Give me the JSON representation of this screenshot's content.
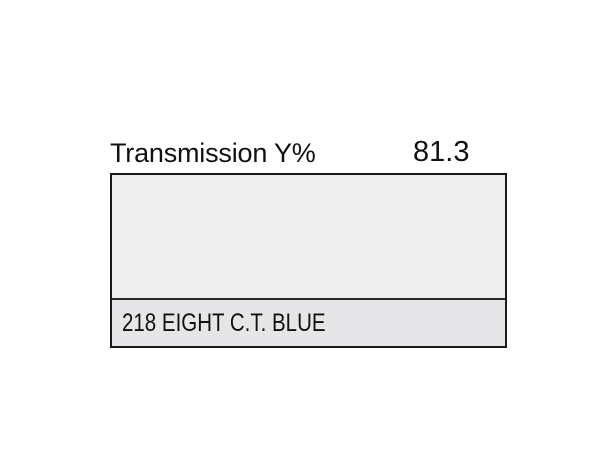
{
  "filter": {
    "transmission_label": "Transmission Y%",
    "transmission_value": "81.3",
    "name": "218 EIGHT C.T. BLUE",
    "swatch_color": "#eeeeee",
    "name_bar_color": "#e6e6e8"
  }
}
